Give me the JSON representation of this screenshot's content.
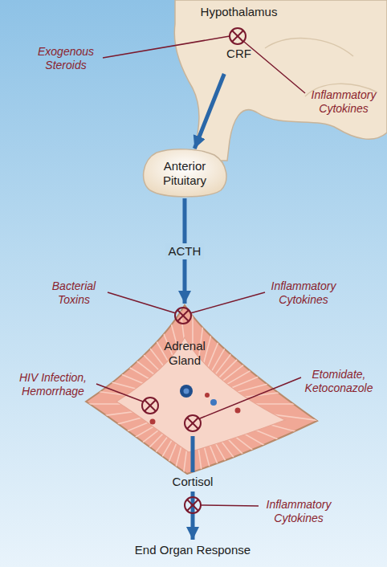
{
  "diagram": {
    "nodes": [
      {
        "text": [
          "Hypothalamus",
          "CRF"
        ]
      },
      {
        "text": [
          "Anterior Pituitary"
        ]
      },
      {
        "text": [
          "Adrenal Gland"
        ]
      }
    ],
    "edges": [
      {
        "from": 0,
        "to": 1,
        "arrow": "to"
      },
      {
        "from": 1,
        "to": 2,
        "label": "ACTH",
        "arrow": "to"
      }
    ],
    "labels": [
      "Exogenous Steroids",
      "Inflammatory Cytokines",
      "Bacterial Toxins",
      "Inflammatory Cytokines",
      "HIV Infection, Hemorrhage",
      "Etomidate, Ketoconazole",
      "Cortisol",
      "Inflammatory Cytokines",
      "End Organ Response"
    ]
  }
}
